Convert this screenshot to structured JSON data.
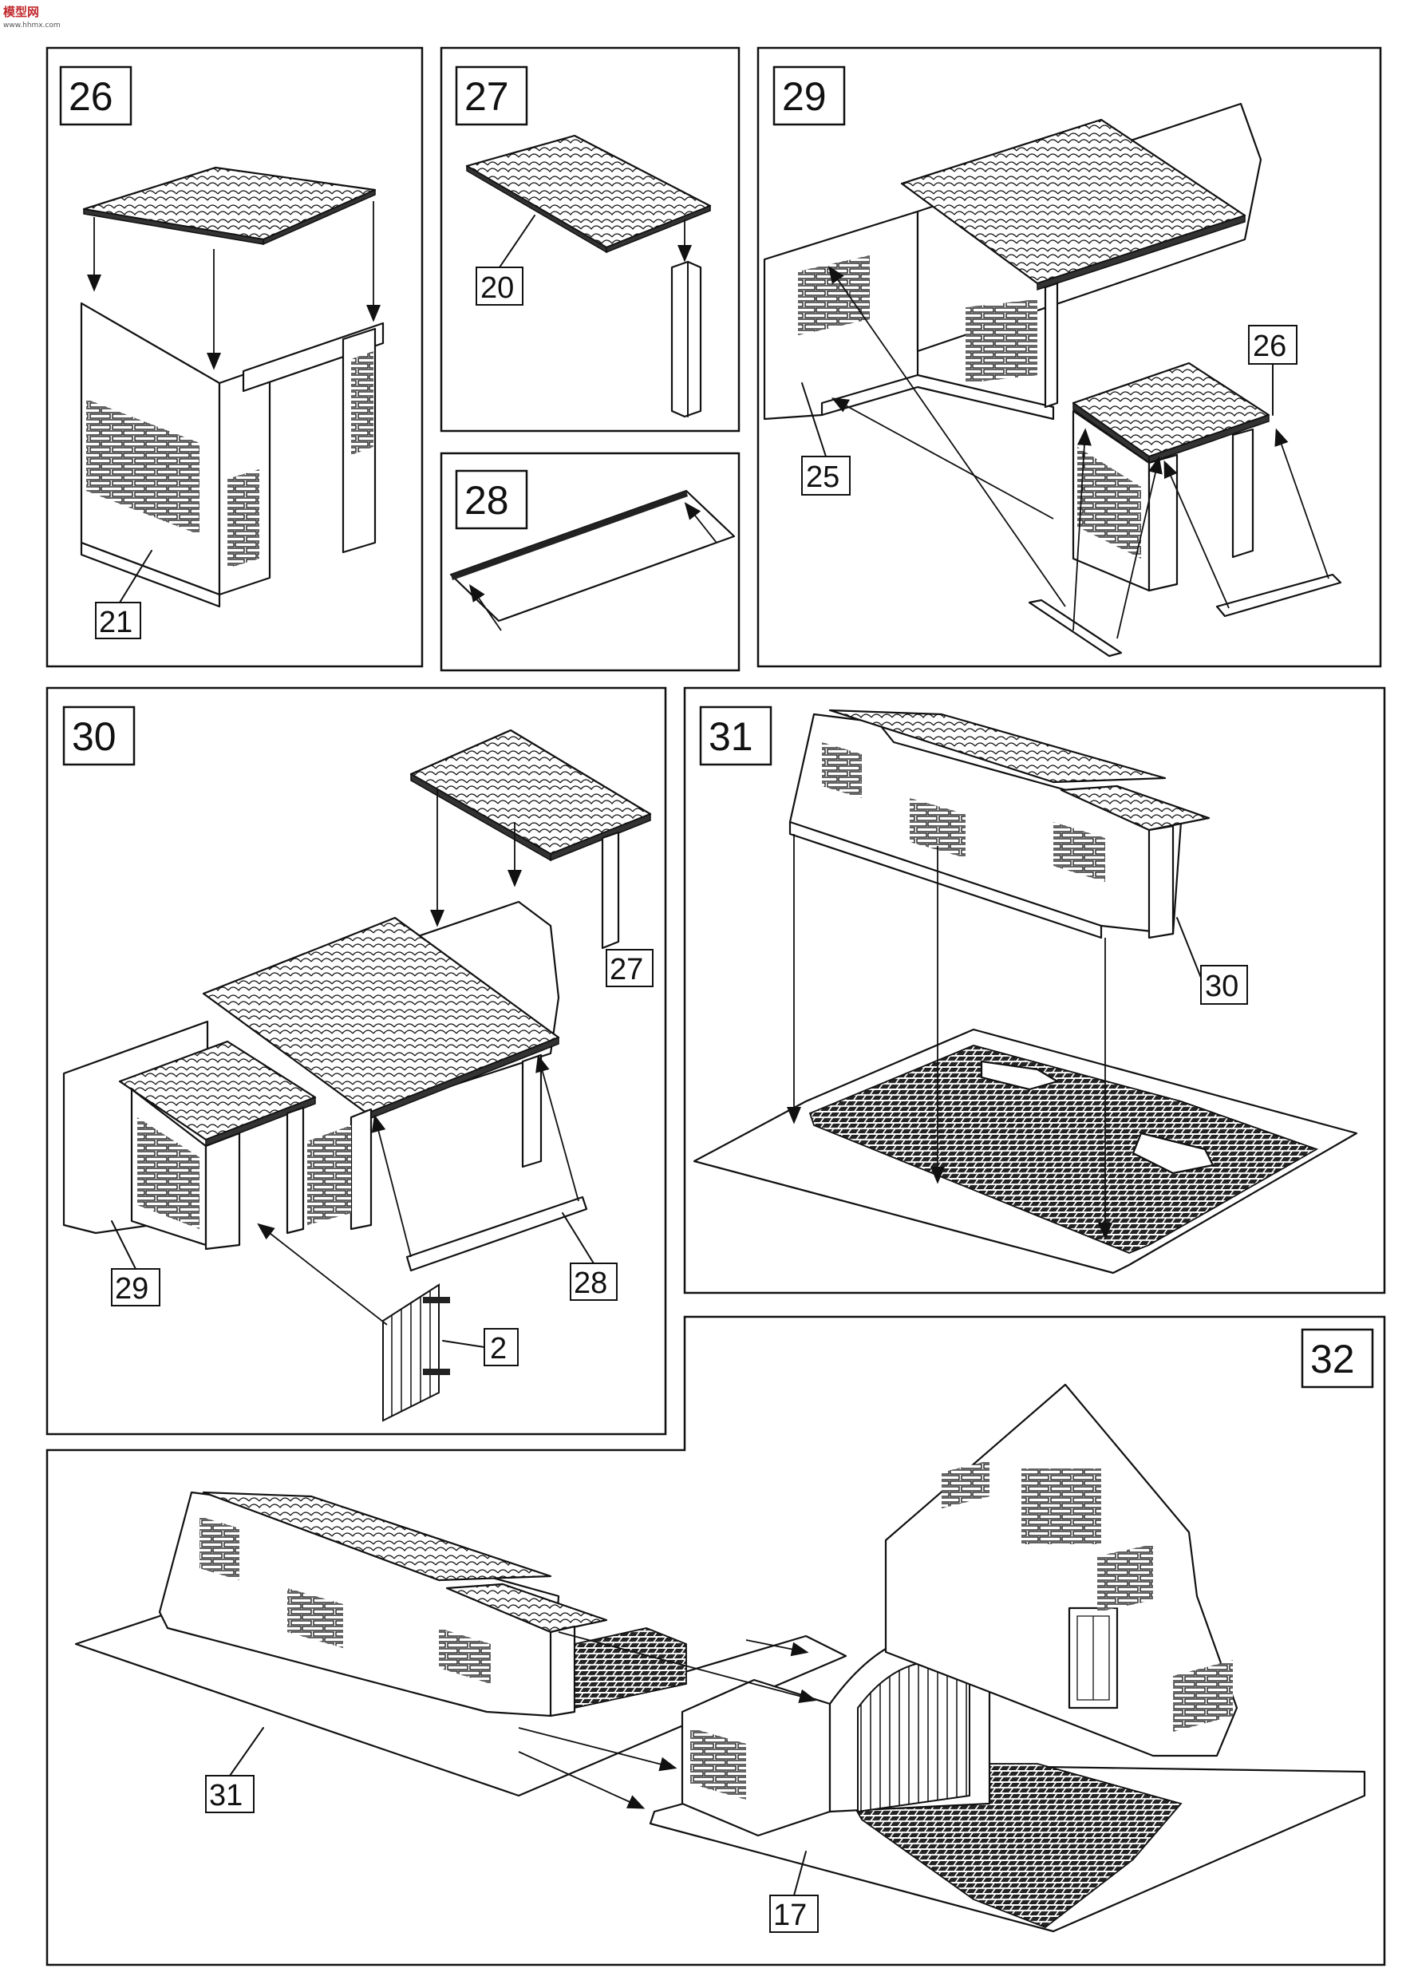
{
  "logo": {
    "text": "模型网",
    "subtext": "www.hhmx.com"
  },
  "panels": [
    {
      "step": "26",
      "parts": [
        "21"
      ]
    },
    {
      "step": "27",
      "parts": [
        "20"
      ]
    },
    {
      "step": "28",
      "parts": []
    },
    {
      "step": "29",
      "parts": [
        "26",
        "25"
      ]
    },
    {
      "step": "30",
      "parts": [
        "27",
        "29",
        "28",
        "2"
      ]
    },
    {
      "step": "31",
      "parts": [
        "30"
      ]
    },
    {
      "step": "32",
      "parts": [
        "31",
        "17"
      ]
    }
  ],
  "colors": {
    "line": "#111111",
    "background": "#ffffff",
    "logo": "#c0282c"
  }
}
